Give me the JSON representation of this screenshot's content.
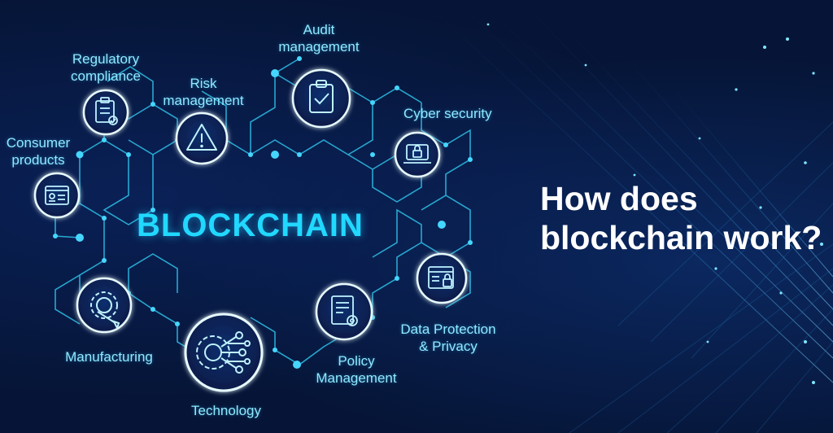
{
  "diagram": {
    "center_label": "BLOCKCHAIN",
    "nodes": [
      {
        "id": "regulatory",
        "label_line1": "Regulatory",
        "label_line2": "compliance",
        "icon": "clipboard-check-icon"
      },
      {
        "id": "risk",
        "label_line1": "Risk",
        "label_line2": "management",
        "icon": "warning-icon"
      },
      {
        "id": "audit",
        "label_line1": "Audit",
        "label_line2": "management",
        "icon": "clipboard-checkmark-icon"
      },
      {
        "id": "cyber",
        "label_line1": "Cyber security",
        "label_line2": "",
        "icon": "laptop-lock-icon"
      },
      {
        "id": "consumer",
        "label_line1": "Consumer",
        "label_line2": "products",
        "icon": "id-card-icon"
      },
      {
        "id": "data-protection",
        "label_line1": "Data Protection",
        "label_line2": "& Privacy",
        "icon": "browser-lock-icon"
      },
      {
        "id": "policy",
        "label_line1": "Policy",
        "label_line2": "Management",
        "icon": "document-gear-icon"
      },
      {
        "id": "technology",
        "label_line1": "Technology",
        "label_line2": "",
        "icon": "circuit-gear-icon"
      },
      {
        "id": "manufacturing",
        "label_line1": "Manufacturing",
        "label_line2": "",
        "icon": "gear-wrench-icon"
      }
    ]
  },
  "headline": {
    "line1": "How does",
    "line2": "blockchain work?"
  },
  "colors": {
    "background": "#061537",
    "accent": "#21d8ff",
    "label": "#8fe9ff",
    "line": "#2bb8e0",
    "headline": "#ffffff"
  }
}
